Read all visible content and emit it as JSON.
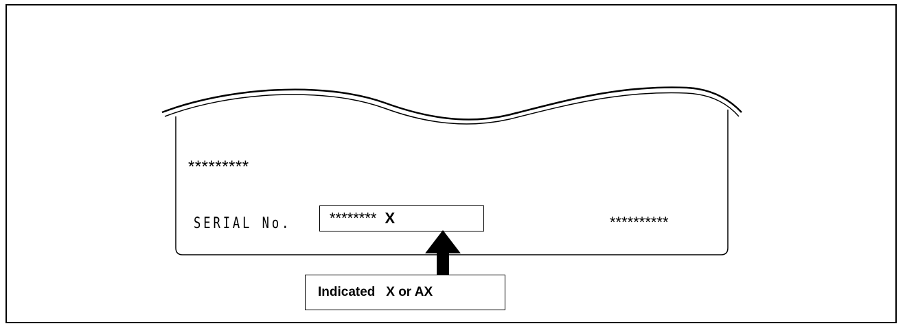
{
  "label": {
    "masked_top": "*********",
    "serial_label": "SERIAL No.",
    "serial_masked": "********",
    "serial_suffix": "X",
    "masked_right": "**********",
    "indication_note": "Indicated   X or AX"
  },
  "colors": {
    "ink": "#000000",
    "background": "#ffffff"
  }
}
